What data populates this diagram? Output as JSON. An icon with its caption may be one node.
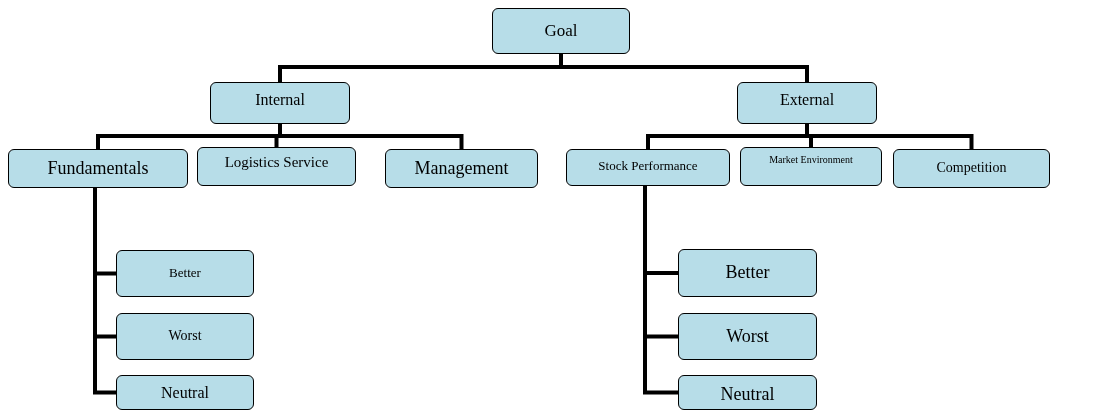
{
  "diagram": {
    "nodes": [
      {
        "text": [
          "Goal"
        ]
      },
      {
        "text": [
          "Internal"
        ]
      },
      {
        "text": [
          "External"
        ]
      },
      {
        "text": [
          "Fundamentals"
        ]
      },
      {
        "text": [
          "Logistics Service"
        ]
      },
      {
        "text": [
          "Management"
        ]
      },
      {
        "text": [
          "Stock Performance"
        ]
      },
      {
        "text": [
          "Market Environment"
        ]
      },
      {
        "text": [
          "Competition"
        ]
      },
      {
        "text": [
          "Better"
        ]
      },
      {
        "text": [
          "Worst"
        ]
      },
      {
        "text": [
          "Neutral"
        ]
      },
      {
        "text": [
          "Better"
        ]
      },
      {
        "text": [
          "Worst"
        ]
      },
      {
        "text": [
          "Neutral"
        ]
      }
    ],
    "edges": [
      {
        "from": 0,
        "to": 1,
        "arrow": "none"
      },
      {
        "from": 0,
        "to": 2,
        "arrow": "none"
      },
      {
        "from": 1,
        "to": 3,
        "arrow": "none"
      },
      {
        "from": 1,
        "to": 4,
        "arrow": "none"
      },
      {
        "from": 1,
        "to": 5,
        "arrow": "none"
      },
      {
        "from": 2,
        "to": 6,
        "arrow": "none"
      },
      {
        "from": 2,
        "to": 7,
        "arrow": "none"
      },
      {
        "from": 2,
        "to": 8,
        "arrow": "none"
      },
      {
        "from": 3,
        "to": 9,
        "arrow": "none"
      },
      {
        "from": 3,
        "to": 10,
        "arrow": "none"
      },
      {
        "from": 3,
        "to": 11,
        "arrow": "none"
      },
      {
        "from": 6,
        "to": 12,
        "arrow": "none"
      },
      {
        "from": 6,
        "to": 13,
        "arrow": "none"
      },
      {
        "from": 6,
        "to": 14,
        "arrow": "none"
      }
    ]
  }
}
